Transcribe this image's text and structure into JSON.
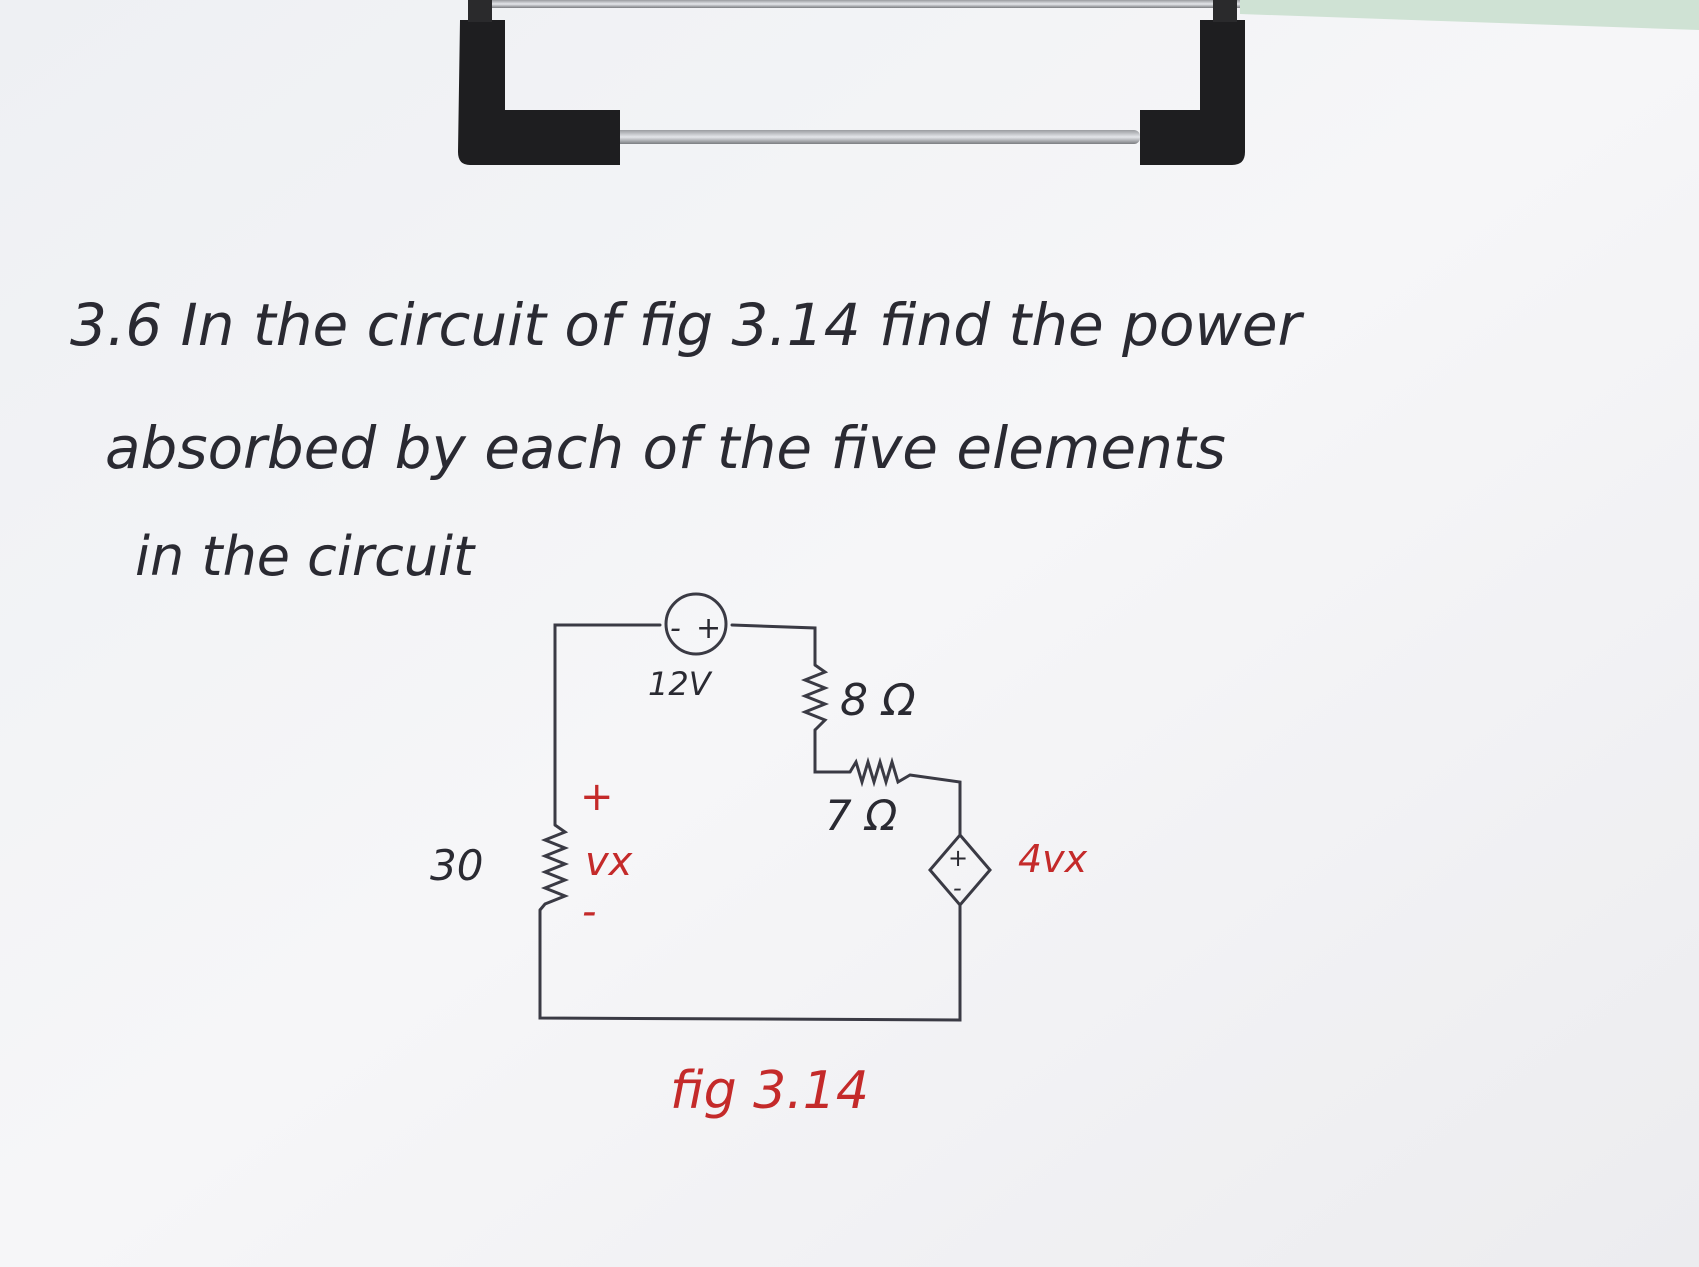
{
  "problem": {
    "line1": "3.6 In the circuit of fig 3.14 find the power",
    "line2": "absorbed by each of the five elements",
    "line3": "in the circuit"
  },
  "circuit": {
    "source_label": "12V",
    "resistor_8_label": "8 Ω",
    "resistor_7_label": "7 Ω",
    "resistor_30_label": "30",
    "vx_plus": "+",
    "vx_label": "vx",
    "vx_minus": "-",
    "dependent_source_label": "4vx",
    "figure_caption": "fig 3.14"
  },
  "colors": {
    "paper": "#f4f4f6",
    "background": "#d3e3d8",
    "ink_black": "#2a2a32",
    "ink_red": "#c42a2a",
    "clip": "#1e1e20"
  }
}
